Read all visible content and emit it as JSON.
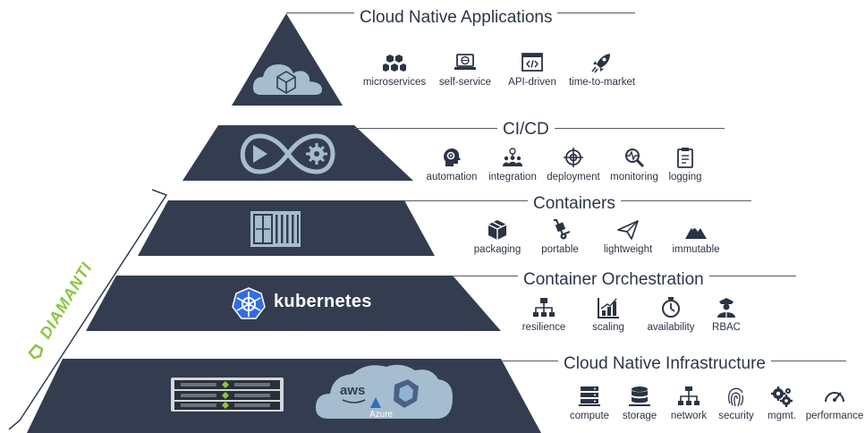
{
  "tiers": [
    {
      "title": "Cloud Native Applications",
      "features": [
        {
          "label": "microservices",
          "icon": "hexagon-cluster-icon"
        },
        {
          "label": "self-service",
          "icon": "laptop-globe-icon"
        },
        {
          "label": "API-driven",
          "icon": "code-window-icon"
        },
        {
          "label": "time-to-market",
          "icon": "rocket-icon"
        }
      ]
    },
    {
      "title": "CI/CD",
      "features": [
        {
          "label": "automation",
          "icon": "head-gear-icon"
        },
        {
          "label": "integration",
          "icon": "team-pin-icon"
        },
        {
          "label": "deployment",
          "icon": "target-icon"
        },
        {
          "label": "monitoring",
          "icon": "magnifier-pulse-icon"
        },
        {
          "label": "logging",
          "icon": "clipboard-doc-icon"
        }
      ]
    },
    {
      "title": "Containers",
      "features": [
        {
          "label": "packaging",
          "icon": "box-icon"
        },
        {
          "label": "portable",
          "icon": "hand-truck-icon"
        },
        {
          "label": "lightweight",
          "icon": "paper-plane-icon"
        },
        {
          "label": "immutable",
          "icon": "mountain-icon"
        }
      ]
    },
    {
      "title": "Container Orchestration",
      "features": [
        {
          "label": "resilience",
          "icon": "org-tree-icon"
        },
        {
          "label": "scaling",
          "icon": "bar-chart-icon"
        },
        {
          "label": "availability",
          "icon": "stopwatch-icon"
        },
        {
          "label": "RBAC",
          "icon": "officer-icon"
        }
      ]
    },
    {
      "title": "Cloud Native Infrastructure",
      "features": [
        {
          "label": "compute",
          "icon": "server-stack-icon"
        },
        {
          "label": "storage",
          "icon": "database-icon"
        },
        {
          "label": "network",
          "icon": "network-tree-icon"
        },
        {
          "label": "security",
          "icon": "fingerprint-icon"
        },
        {
          "label": "mgmt.",
          "icon": "gears-icon"
        },
        {
          "label": "performance",
          "icon": "speedometer-icon"
        }
      ]
    }
  ],
  "pyramid_labels": {
    "kubernetes": "kubernetes",
    "aws": "aws",
    "azure": "Azure",
    "brand": "DIAMANTI"
  },
  "colors": {
    "tier_fill": "#333d4f",
    "icon_light": "#a6bccf",
    "k8s_blue": "#326ce5",
    "brand_green": "#8cc63f",
    "text_dark": "#2b3444"
  }
}
